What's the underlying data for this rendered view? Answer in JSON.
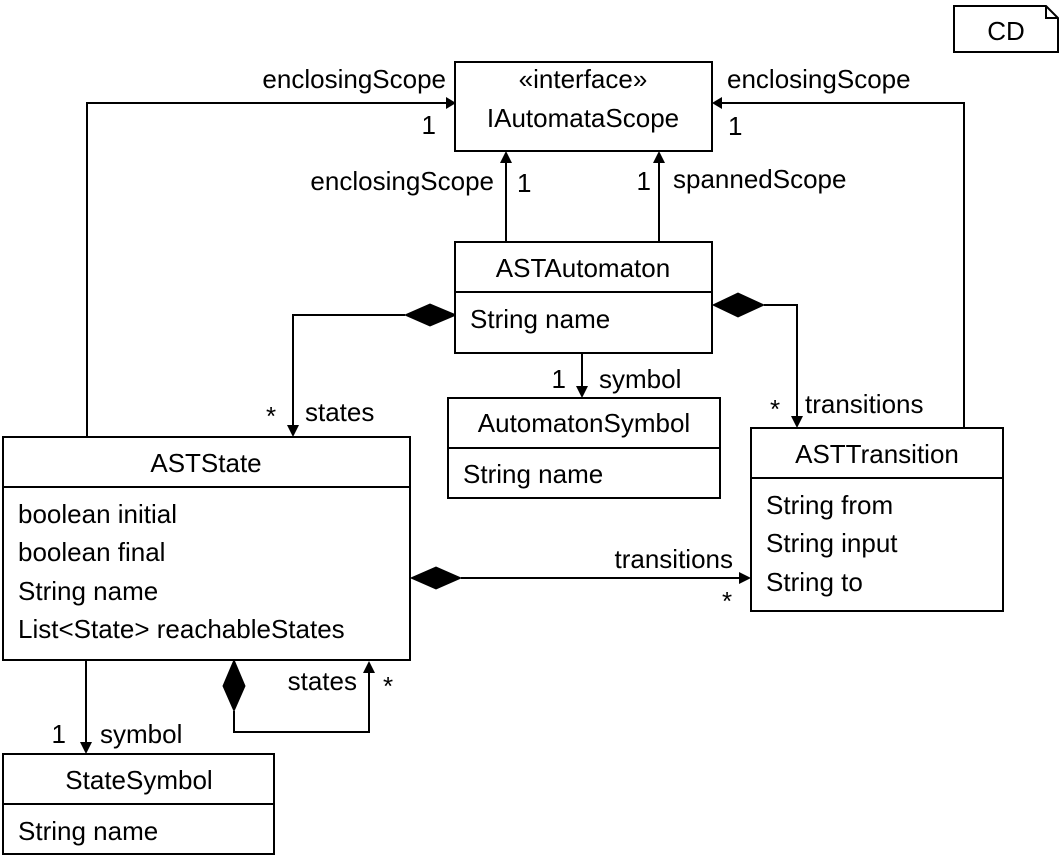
{
  "tag": "CD",
  "classes": {
    "iautomata_scope": {
      "stereotype": "«interface»",
      "name": "IAutomataScope"
    },
    "ast_automaton": {
      "name": "ASTAutomaton",
      "attributes": [
        "String name"
      ]
    },
    "automaton_symbol": {
      "name": "AutomatonSymbol",
      "attributes": [
        "String name"
      ]
    },
    "ast_state": {
      "name": "ASTState",
      "attributes": [
        "boolean initial",
        "boolean final",
        "String name",
        "List<State> reachableStates"
      ]
    },
    "ast_transition": {
      "name": "ASTTransition",
      "attributes": [
        "String from",
        "String input",
        "String to"
      ]
    },
    "state_symbol": {
      "name": "StateSymbol",
      "attributes": [
        "String name"
      ]
    }
  },
  "associations": {
    "state_enclosing_scope": {
      "role": "enclosingScope",
      "multiplicity": "1"
    },
    "transition_enclosing_scope": {
      "role": "enclosingScope",
      "multiplicity": "1"
    },
    "automaton_enclosing_scope": {
      "role": "enclosingScope",
      "multiplicity": "1"
    },
    "automaton_spanned_scope": {
      "role": "spannedScope",
      "multiplicity": "1"
    },
    "automaton_states": {
      "role": "states",
      "multiplicity": "*"
    },
    "automaton_symbol": {
      "role": "symbol",
      "multiplicity": "1"
    },
    "automaton_transitions": {
      "role": "transitions",
      "multiplicity": "*"
    },
    "state_transitions": {
      "role": "transitions",
      "multiplicity": "*"
    },
    "state_states": {
      "role": "states",
      "multiplicity": "*"
    },
    "state_symbol": {
      "role": "symbol",
      "multiplicity": "1"
    }
  }
}
